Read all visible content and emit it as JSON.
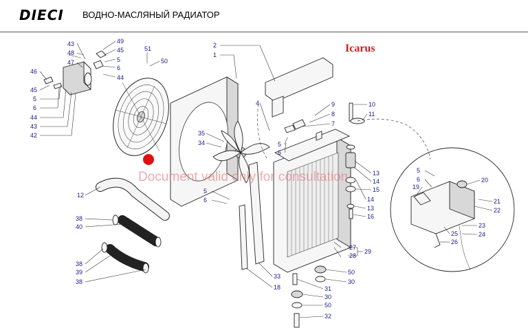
{
  "header": {
    "logo": "DIECI",
    "title": "ВОДНО-МАСЛЯНЫЙ РАДИАТОР"
  },
  "watermark": {
    "brand": "Icarus",
    "text": "Document valid only for consultation"
  },
  "callouts": [
    "43",
    "48",
    "47",
    "49",
    "45",
    "5",
    "6",
    "44",
    "46",
    "45",
    "5",
    "6",
    "44",
    "43",
    "42",
    "51",
    "50",
    "2",
    "1",
    "4",
    "35",
    "34",
    "9",
    "8",
    "7",
    "10",
    "11",
    "5",
    "6",
    "13",
    "14",
    "15",
    "14",
    "13",
    "16",
    "12",
    "5",
    "6",
    "38",
    "40",
    "38",
    "39",
    "38",
    "33",
    "18",
    "27",
    "28",
    "29",
    "50",
    "30",
    "31",
    "30",
    "50",
    "32",
    "5",
    "6",
    "19",
    "20",
    "21",
    "22",
    "23",
    "24",
    "25",
    "26"
  ],
  "colors": {
    "callout_text": "#1a1a8a",
    "brand_red": "#cc2222",
    "marker_red": "#e01010",
    "watermark": "#e67878"
  },
  "marker": "red-dot"
}
